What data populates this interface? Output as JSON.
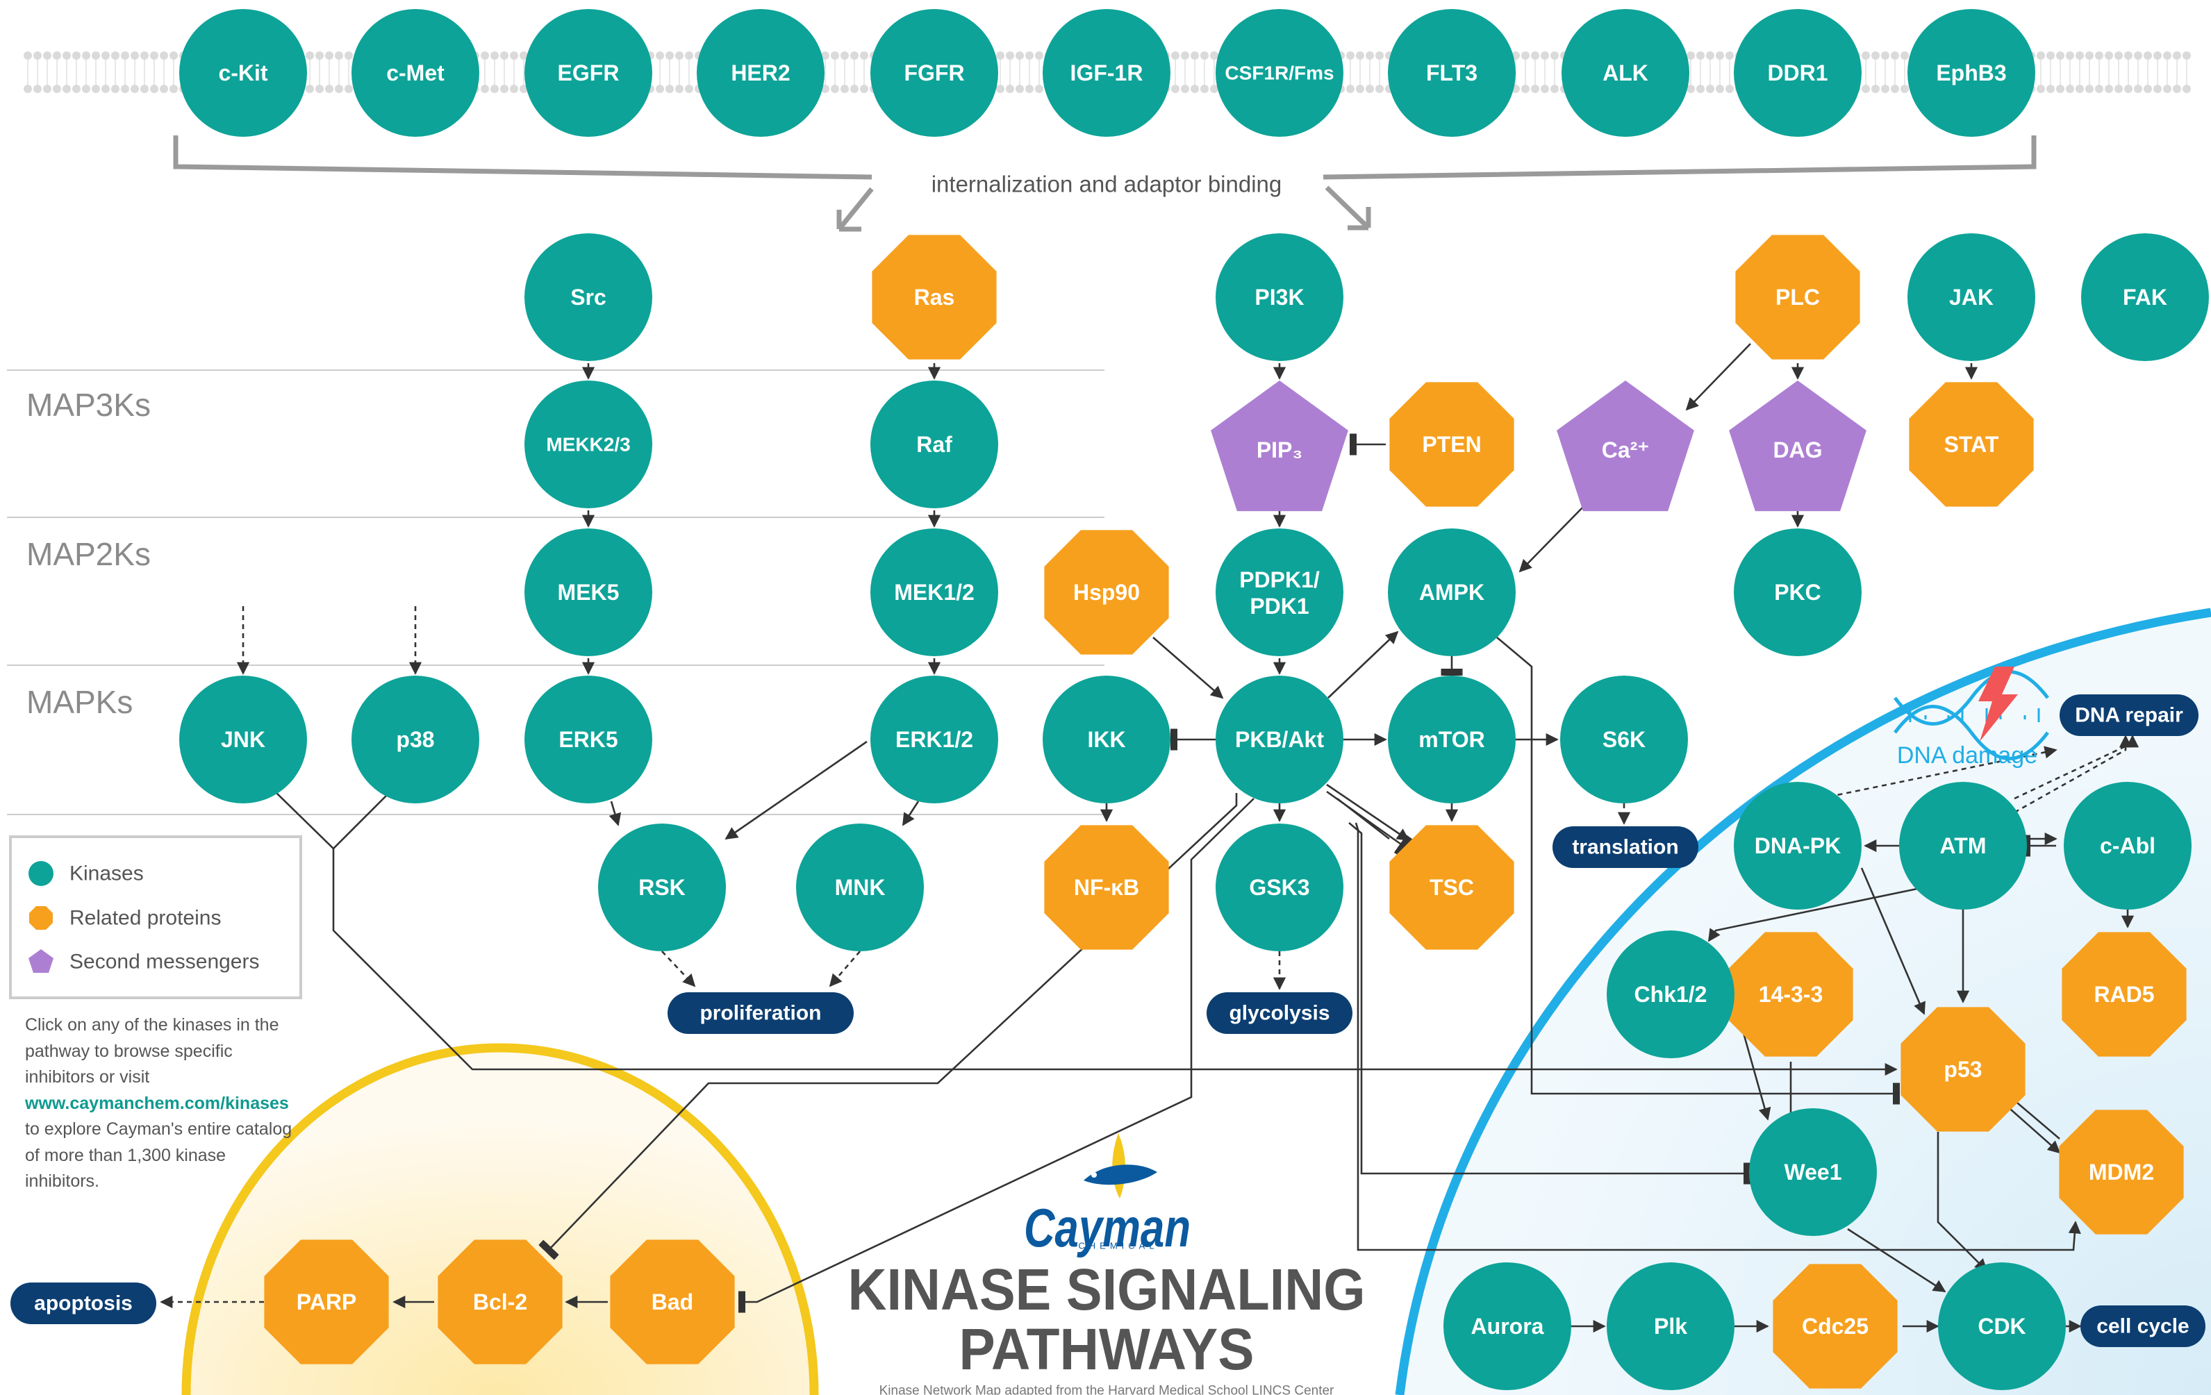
{
  "title": {
    "line1": "KINASE SIGNALING",
    "line2": "PATHWAYS"
  },
  "logo": {
    "name": "Cayman",
    "sub": "CHEMICAL"
  },
  "credit": "Kinase Network Map adapted from the Harvard Medical School LINCS Center",
  "membrane_label": "internalization and adaptor binding",
  "levels": {
    "map3k": "MAP3Ks",
    "map2k": "MAP2Ks",
    "mapk": "MAPKs"
  },
  "legend": {
    "kinases": "Kinases",
    "related": "Related proteins",
    "messengers": "Second messengers"
  },
  "info": {
    "pre": "Click on any of the kinases in the pathway to browse specific inhibitors or visit",
    "link": "www.caymanchem.com/kinases",
    "post": "to explore Cayman's entire catalog of more than 1,300 kinase inhibitors."
  },
  "colors": {
    "kinase": "#0da398",
    "related": "#f7a01e",
    "messenger": "#ad7fd3",
    "pill": "#0c3e71",
    "nucleus": "#21aee6",
    "apoptosis": "#f4c81c"
  },
  "labels": {
    "ckit": "c-Kit",
    "cmet": "c-Met",
    "egfr": "EGFR",
    "her2": "HER2",
    "fgfr": "FGFR",
    "igf1r": "IGF-1R",
    "csf1r": "CSF1R/Fms",
    "flt3": "FLT3",
    "alk": "ALK",
    "ddr1": "DDR1",
    "ephb3": "EphB3",
    "src": "Src",
    "ras": "Ras",
    "pi3k": "PI3K",
    "plc": "PLC",
    "jak": "JAK",
    "fak": "FAK",
    "mekk23": "MEKK2/3",
    "raf": "Raf",
    "pip3": "PIP₃",
    "pten": "PTEN",
    "ca": "Ca²⁺",
    "dag": "DAG",
    "stat": "STAT",
    "mek5": "MEK5",
    "mek12": "MEK1/2",
    "hsp90": "Hsp90",
    "pdpk1": "PDPK1/",
    "pdpk1b": "PDK1",
    "ampk": "AMPK",
    "pkc": "PKC",
    "jnk": "JNK",
    "p38": "p38",
    "erk5": "ERK5",
    "erk12": "ERK1/2",
    "ikk": "IKK",
    "akt": "PKB/Akt",
    "mtor": "mTOR",
    "s6k": "S6K",
    "rsk": "RSK",
    "mnk": "MNK",
    "nfkb": "NF-κB",
    "gsk3": "GSK3",
    "tsc": "TSC",
    "dnapk": "DNA-PK",
    "atm": "ATM",
    "cabl": "c-Abl",
    "chk12": "Chk1/2",
    "p1433": "14-3-3",
    "rad5": "RAD5",
    "p53": "p53",
    "wee1": "Wee1",
    "mdm2": "MDM2",
    "aurora": "Aurora",
    "plk": "Plk",
    "cdc25": "Cdc25",
    "cdk": "CDK",
    "parp": "PARP",
    "bcl2": "Bcl-2",
    "bad": "Bad"
  },
  "pills": {
    "proliferation": "proliferation",
    "glycolysis": "glycolysis",
    "translation": "translation",
    "dna_repair": "DNA repair",
    "apoptosis": "apoptosis",
    "cell_cycle": "cell cycle"
  },
  "dna_damage": "DNA damage"
}
